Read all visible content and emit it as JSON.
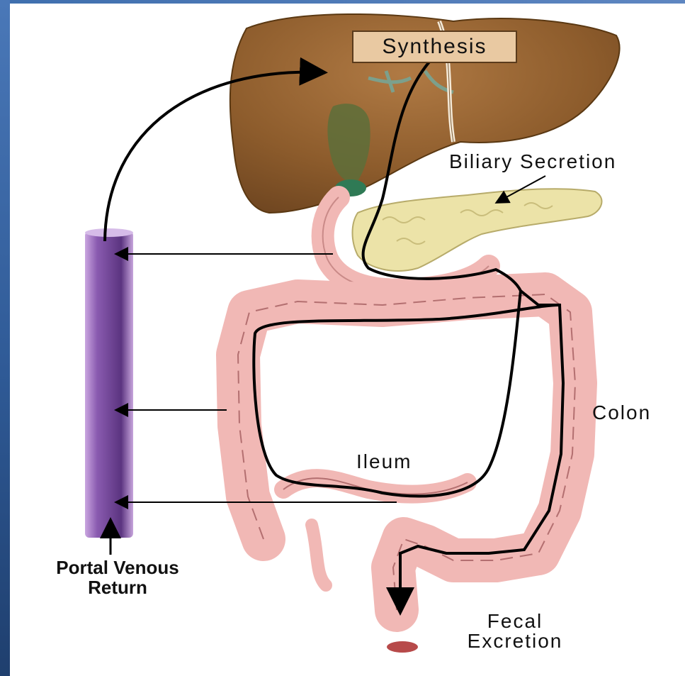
{
  "labels": {
    "synthesis": "Synthesis",
    "biliary_secretion": "Biliary Secretion",
    "colon": "Colon",
    "ileum": "Ileum",
    "portal_line1": "Portal Venous",
    "portal_line2": "Return",
    "fecal_line1": "Fecal",
    "fecal_line2": "Excretion"
  },
  "colors": {
    "liver": "#8a5a2b",
    "pancreas": "#ece3a8",
    "intestine": "#f1b8b5",
    "portal_vein": "#7a4f9e",
    "frame": "#3f6fae"
  }
}
